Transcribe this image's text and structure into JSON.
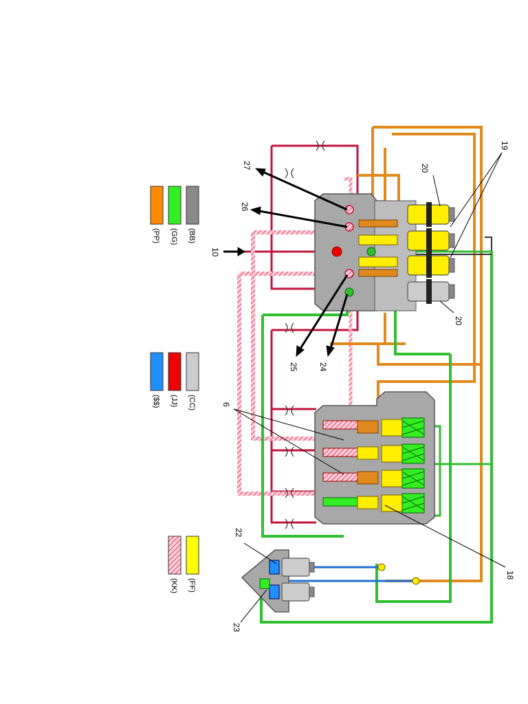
{
  "legend": [
    {
      "code": "(BB)",
      "color": "#8a8a8a",
      "pattern": "solid"
    },
    {
      "code": "(GG)",
      "color": "#33ee22",
      "pattern": "solid"
    },
    {
      "code": "(PP)",
      "color": "#ff8c00",
      "pattern": "solid"
    },
    {
      "code": "(CC)",
      "color": "#cccccc",
      "pattern": "solid"
    },
    {
      "code": "(JJ)",
      "color": "#ee0000",
      "pattern": "solid"
    },
    {
      "code": "($$)",
      "color": "#1e90ff",
      "pattern": "solid"
    },
    {
      "code": "(FF)",
      "color": "#ffff00",
      "pattern": "solid"
    },
    {
      "code": "(KK)",
      "color": "#ff6a8a",
      "pattern": "hatched"
    }
  ],
  "callouts": {
    "c27": "27",
    "c26": "26",
    "c10": "10",
    "c25": "25",
    "c24": "24",
    "c6": "6",
    "c19": "19",
    "c20a": "20",
    "c20b": "20",
    "c18": "18",
    "c22": "22",
    "c23": "23"
  },
  "colors": {
    "orange": "#e08a1e",
    "green": "#2fbf2f",
    "red": "#c0143c",
    "pink_hatch": "#ee8aa0",
    "blue": "#1f6fd6",
    "yellow": "#ffee00",
    "gray_body": "#a8a8a8",
    "dark": "#555555"
  }
}
